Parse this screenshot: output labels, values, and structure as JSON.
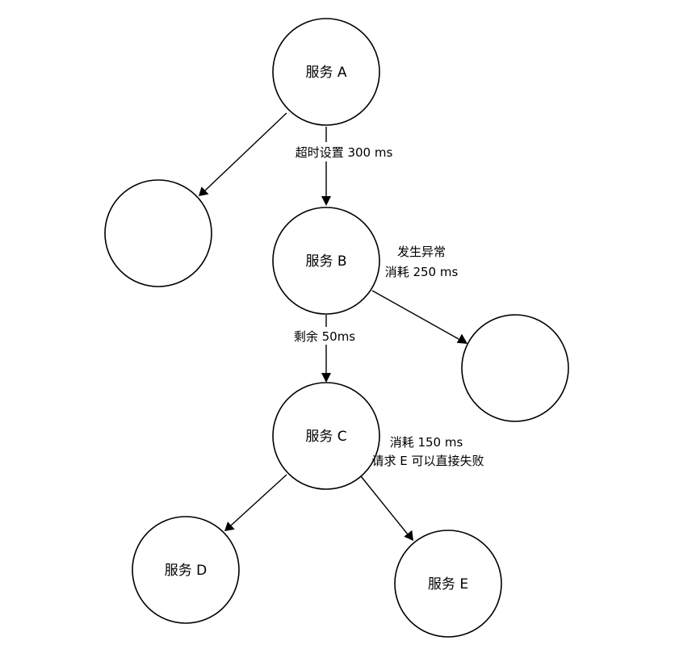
{
  "nodes": {
    "a": {
      "label": "服务 A"
    },
    "b": {
      "label": "服务 B"
    },
    "c": {
      "label": "服务 C"
    },
    "d": {
      "label": "服务 D"
    },
    "e": {
      "label": "服务 E"
    },
    "blank_left": {
      "label": ""
    },
    "blank_right": {
      "label": ""
    }
  },
  "annotations": {
    "a_to_b_timeout": "超时设置 300 ms",
    "b_exception_line1": "发生异常",
    "b_exception_line2": "消耗 250 ms",
    "b_to_c_remaining": "剩余 50ms",
    "c_cost_line1": "消耗 150 ms",
    "c_cost_line2": "请求 E 可以直接失败"
  }
}
